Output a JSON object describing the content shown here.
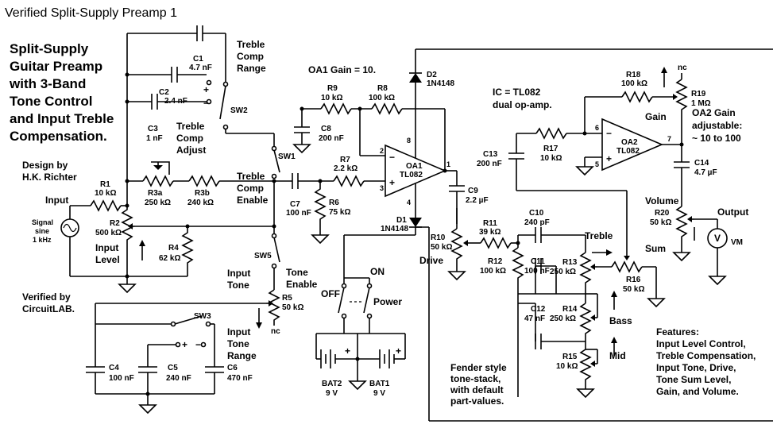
{
  "header": "Verified Split-Supply Preamp 1",
  "title_lines": [
    "Split-Supply",
    "Guitar Preamp",
    "with 3-Band",
    "Tone Control",
    "and Input Treble",
    "Compensation."
  ],
  "design_lines": [
    "Design by",
    "H.K. Richter"
  ],
  "verified_lines": [
    "Verified by",
    "CircuitLAB."
  ],
  "oa1_gain": "OA1 Gain = 10.",
  "ic_lines": [
    "IC = TL082",
    "dual op-amp."
  ],
  "oa2_gain_lines": [
    "OA2 Gain",
    "adjustable:",
    "~ 10 to 100"
  ],
  "fender_lines": [
    "Fender style",
    "tone-stack,",
    "with default",
    "part-values."
  ],
  "features_lines": [
    "Features:",
    "Input Level Control,",
    "Treble Compensation,",
    "Input Tone, Drive,",
    "Tone Sum Level,",
    "Gain, and Volume."
  ],
  "input": {
    "label": "Input",
    "signal_lines": [
      "Signal",
      "sine",
      "1 kHz"
    ]
  },
  "labels": {
    "input_level": [
      "Input",
      "Level"
    ],
    "treble_comp_range": [
      "Treble",
      "Comp",
      "Range"
    ],
    "treble_comp_adjust": [
      "Treble",
      "Comp",
      "Adjust"
    ],
    "treble_comp_enable": [
      "Treble",
      "Comp",
      "Enable"
    ],
    "input_tone": [
      "Input",
      "Tone"
    ],
    "tone_enable": [
      "Tone",
      "Enable"
    ],
    "input_tone_range": [
      "Input",
      "Tone",
      "Range"
    ],
    "drive": "Drive",
    "gain": "Gain",
    "volume": "Volume",
    "output": "Output",
    "sum": "Sum",
    "treble": "Treble",
    "bass": "Bass",
    "mid": "Mid",
    "power": "Power",
    "off": "OFF",
    "on": "ON",
    "nc": "nc",
    "vm": "VM",
    "v": "V",
    "plus": "+",
    "minus": "−",
    "pin_plus": "+",
    "pin_minus": "−"
  },
  "components": {
    "R1": [
      "R1",
      "10 kΩ"
    ],
    "R2": [
      "R2",
      "500 kΩ"
    ],
    "R3a": [
      "R3a",
      "250 kΩ"
    ],
    "R3b": [
      "R3b",
      "240 kΩ"
    ],
    "R4": [
      "R4",
      "62 kΩ"
    ],
    "R5": [
      "R5",
      "50 kΩ"
    ],
    "R6": [
      "R6",
      "75 kΩ"
    ],
    "R7": [
      "R7",
      "2.2 kΩ"
    ],
    "R8": [
      "R8",
      "100 kΩ"
    ],
    "R9": [
      "R9",
      "10 kΩ"
    ],
    "R10": [
      "R10",
      "50 kΩ"
    ],
    "R11": [
      "R11",
      "39 kΩ"
    ],
    "R12": [
      "R12",
      "100 kΩ"
    ],
    "R13": [
      "R13",
      "250 kΩ"
    ],
    "R14": [
      "R14",
      "250 kΩ"
    ],
    "R15": [
      "R15",
      "10 kΩ"
    ],
    "R16": [
      "R16",
      "50 kΩ"
    ],
    "R17": [
      "R17",
      "10 kΩ"
    ],
    "R18": [
      "R18",
      "100 kΩ"
    ],
    "R19": [
      "R19",
      "1 MΩ"
    ],
    "R20": [
      "R20",
      "50 kΩ"
    ],
    "C1": [
      "C1",
      "4.7 nF"
    ],
    "C2": [
      "C2",
      "2.4 nF"
    ],
    "C3": [
      "C3",
      "1 nF"
    ],
    "C4": [
      "C4",
      "100 nF"
    ],
    "C5": [
      "C5",
      "240 nF"
    ],
    "C6": [
      "C6",
      "470 nF"
    ],
    "C7": [
      "C7",
      "100 nF"
    ],
    "C8": [
      "C8",
      "200 nF"
    ],
    "C9": [
      "C9",
      "2.2 µF"
    ],
    "C10": [
      "C10",
      "240 pF"
    ],
    "C11": [
      "C11",
      "100 nF"
    ],
    "C12": [
      "C12",
      "47 nF"
    ],
    "C13": [
      "C13",
      "200 nF"
    ],
    "C14": [
      "C14",
      "4.7 µF"
    ],
    "D1": [
      "D1",
      "1N4148"
    ],
    "D2": [
      "D2",
      "1N4148"
    ],
    "OA1": [
      "OA1",
      "TL082"
    ],
    "OA2": [
      "OA2",
      "TL082"
    ],
    "BAT1": [
      "BAT1",
      "9 V"
    ],
    "BAT2": [
      "BAT2",
      "9 V"
    ],
    "SW1": "SW1",
    "SW2": "SW2",
    "SW3": "SW3",
    "SW5": "SW5"
  },
  "pins": {
    "oa1": [
      "1",
      "2",
      "3",
      "4",
      "8"
    ],
    "oa2": [
      "5",
      "6",
      "7"
    ]
  }
}
